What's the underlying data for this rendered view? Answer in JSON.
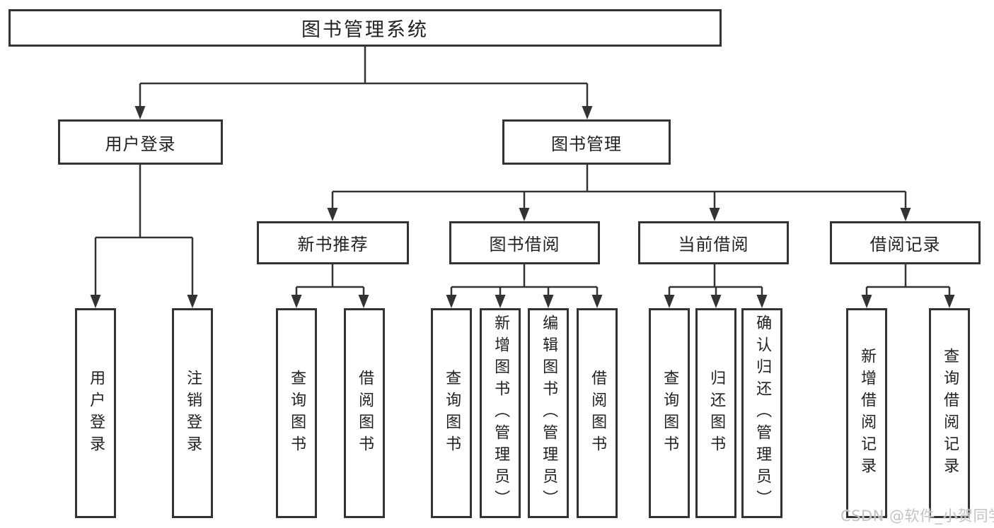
{
  "diagram": {
    "root": {
      "label": "图书管理系统"
    },
    "level2": {
      "user_login": "用户登录",
      "book_mgmt": "图书管理"
    },
    "level3": {
      "new_books": "新书推荐",
      "borrow": "图书借阅",
      "current": "当前借阅",
      "records": "借阅记录"
    },
    "leaves": {
      "user_login": [
        "用户登录",
        "注销登录"
      ],
      "new_books": [
        "查询图书",
        "借阅图书"
      ],
      "borrow": [
        "查询图书",
        "新增图书（管理员）",
        "编辑图书（管理员）",
        "借阅图书"
      ],
      "current": [
        "查询图书",
        "归还图书",
        "确认归还（管理员）"
      ],
      "records": [
        "新增借阅记录",
        "查询借阅记录"
      ]
    },
    "watermark": "CSDN @软件_小贺同学",
    "colors": {
      "line": "#333333",
      "text": "#222222",
      "background": "#ffffff",
      "watermark": "#c3c3c3"
    }
  }
}
